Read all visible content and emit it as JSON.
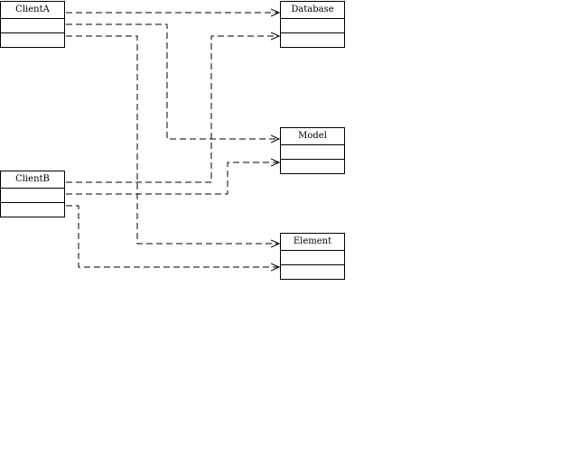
{
  "classes": {
    "client_a": "ClientA",
    "client_b": "ClientB",
    "database": "Database",
    "model": "Model",
    "element": "Element"
  },
  "colors": {
    "line": "#000000",
    "background": "#ffffff"
  }
}
